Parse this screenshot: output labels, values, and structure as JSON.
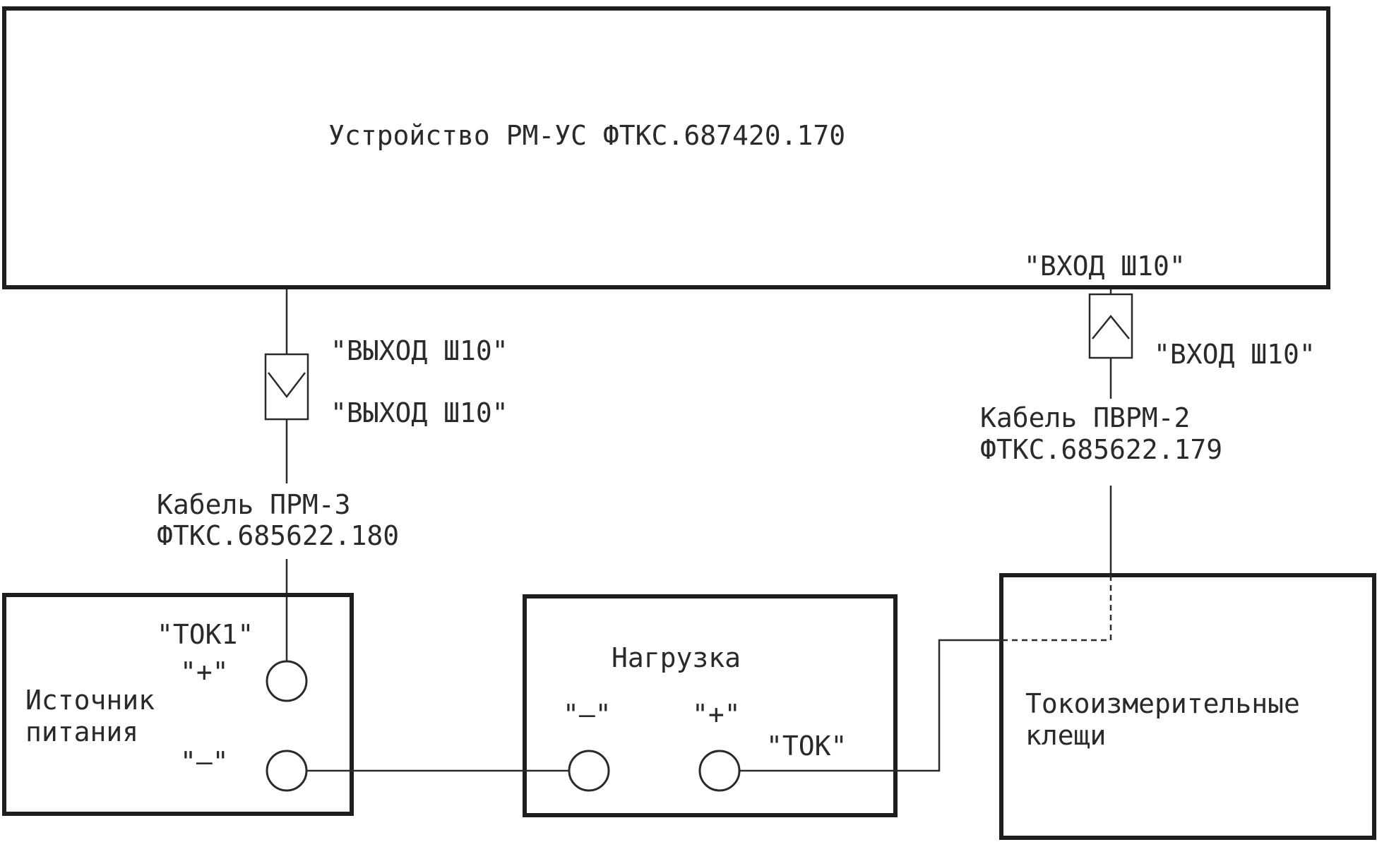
{
  "device": {
    "title": "Устройство РМ-УС ФТКС.687420.170",
    "input_label": "\"ВХОД Ш10\""
  },
  "left_cable": {
    "connector_top_label": "\"ВЫХОД Ш10\"",
    "connector_bottom_label": "\"ВЫХОД Ш10\"",
    "cable_name": "Кабель ПРМ-3",
    "cable_code": "ФТКС.685622.180"
  },
  "right_cable": {
    "connector_label": "\"ВХОД Ш10\"",
    "cable_name": "Кабель ПВРМ-2",
    "cable_code": "ФТКС.685622.179"
  },
  "power_source": {
    "name_line1": "Источник",
    "name_line2": "питания",
    "tok_label": "\"ТОК1\"",
    "plus_label": "\"+\"",
    "minus_label": "\"–\""
  },
  "load": {
    "name": "Нагрузка",
    "minus_label": "\"–\"",
    "plus_label": "\"+\"",
    "tok_label": "\"ТОК\""
  },
  "clamp": {
    "name_line1": "Токоизмерительные",
    "name_line2": "клещи"
  }
}
